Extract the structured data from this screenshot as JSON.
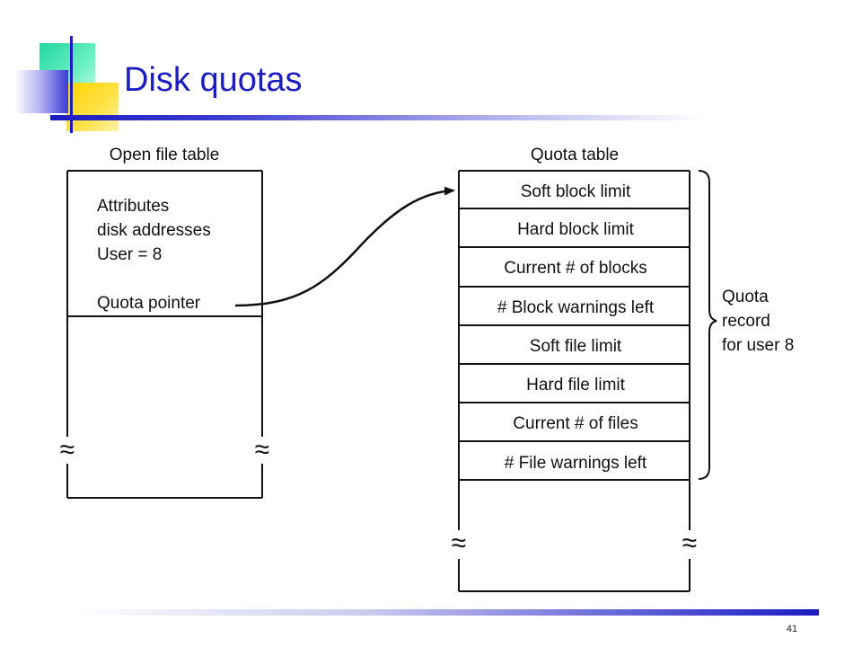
{
  "slide": {
    "title": "Disk quotas",
    "page_number": "41"
  },
  "open_file_table": {
    "label": "Open file table",
    "entry_lines": [
      "Attributes",
      "disk addresses",
      "User = 8"
    ],
    "pointer_label": "Quota pointer",
    "break_mark": "≈"
  },
  "quota_table": {
    "label": "Quota table",
    "rows": [
      "Soft block limit",
      "Hard block limit",
      "Current # of blocks",
      "# Block warnings left",
      "Soft file limit",
      "Hard file limit",
      "Current # of files",
      "# File warnings left"
    ],
    "break_mark": "≈"
  },
  "brace_label_lines": [
    "Quota",
    "record",
    "for user 8"
  ],
  "colors": {
    "title": "#1c1cc0",
    "accent_green": "#22d7a0",
    "accent_yellow": "#ffd400",
    "accent_blue": "#1c1cc0",
    "diagram_stroke": "#111111"
  }
}
